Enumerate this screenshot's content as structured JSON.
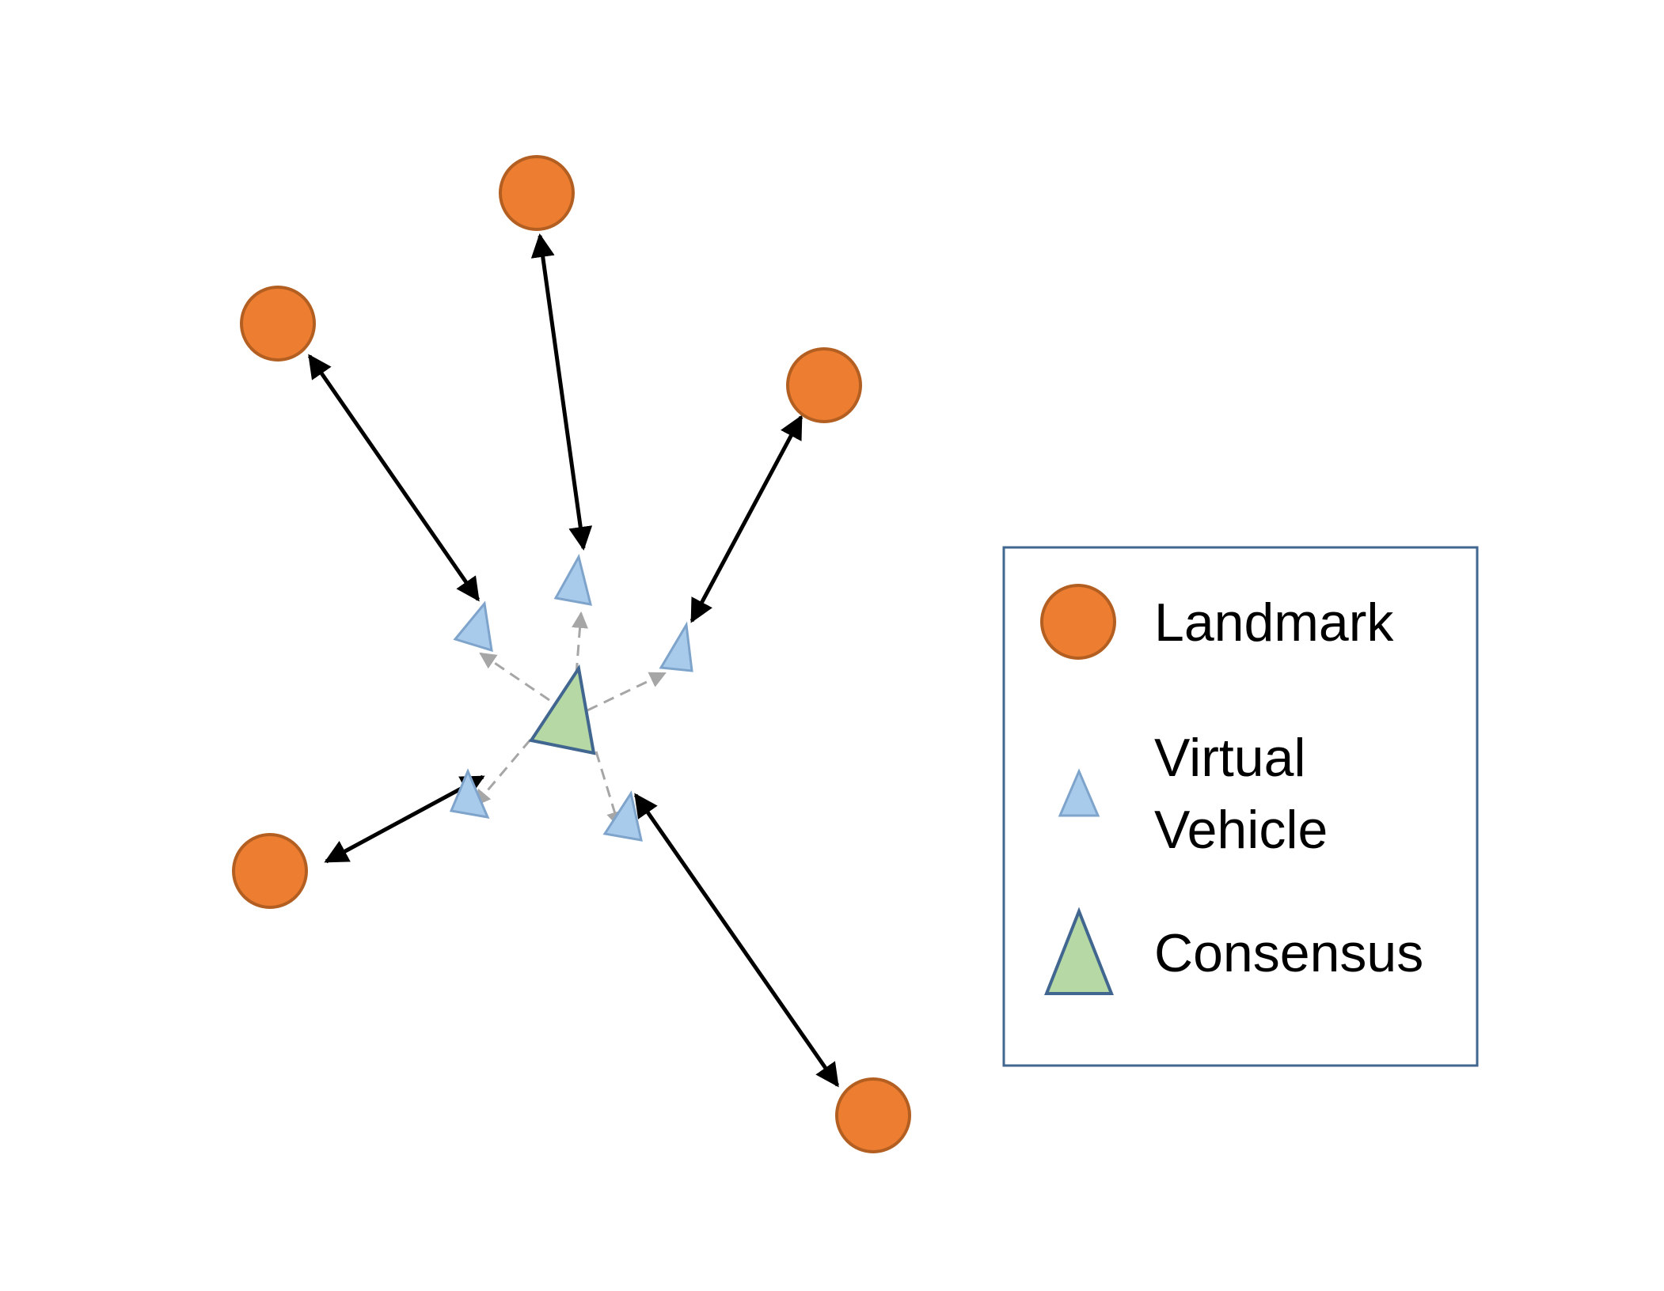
{
  "colors": {
    "landmark_fill": "#ED7D31",
    "landmark_stroke": "#B45F22",
    "virtual_fill": "#A9CBEB",
    "virtual_stroke": "#7FA4CC",
    "consensus_fill": "#B5D8A4",
    "consensus_stroke": "#41668F",
    "link_color": "#000000",
    "dashed_color": "#A6A6A6",
    "legend_border": "#41668F"
  },
  "legend": {
    "landmark_label": "Landmark",
    "virtual_label_line1": "Virtual",
    "virtual_label_line2": "Vehicle",
    "consensus_label": "Consensus"
  }
}
